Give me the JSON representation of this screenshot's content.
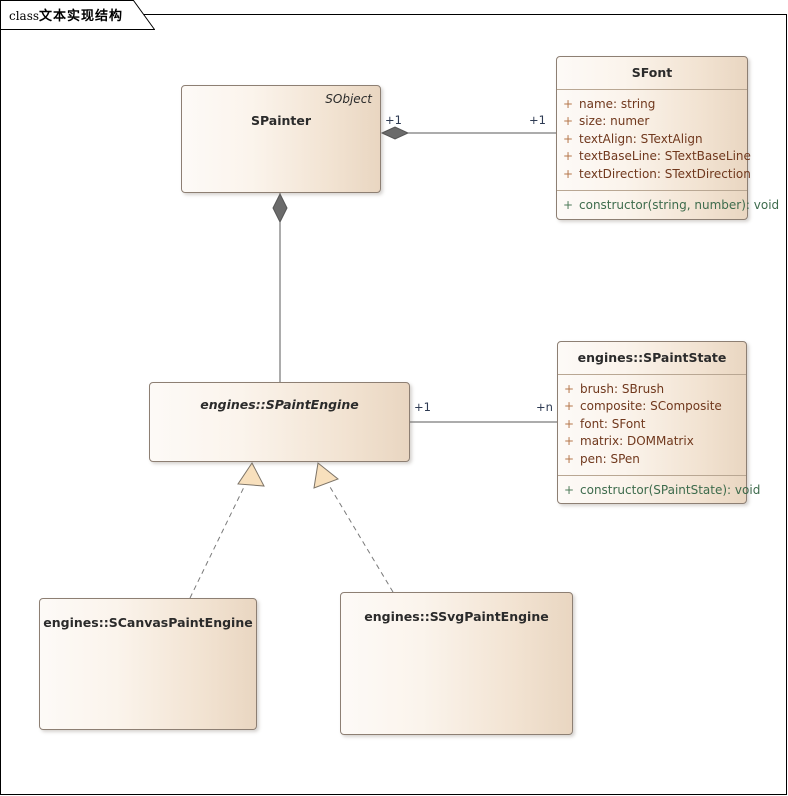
{
  "diagram": {
    "title_keyword": "class",
    "title_name": "文本实现结构",
    "frame_color": "#000000",
    "box_fill_left": "#fdfaf7",
    "box_fill_right": "#e9d6c1",
    "box_border": "#8d7f73",
    "attribute_color": "#70381d",
    "method_color": "#3d6b4c",
    "multiplicity_color": "#2d3a52"
  },
  "classes": [
    {
      "id": "spainter",
      "name": "SPainter",
      "stereotype": "SObject",
      "abstract": false,
      "has_compartments": false,
      "attributes": [],
      "methods": []
    },
    {
      "id": "sfont",
      "name": "SFont",
      "stereotype": "",
      "abstract": false,
      "has_compartments": true,
      "attributes": [
        {
          "visibility": "+",
          "text": "name: string"
        },
        {
          "visibility": "+",
          "text": "size: numer"
        },
        {
          "visibility": "+",
          "text": "textAlign: STextAlign"
        },
        {
          "visibility": "+",
          "text": "textBaseLine: STextBaseLine"
        },
        {
          "visibility": "+",
          "text": "textDirection: STextDirection"
        }
      ],
      "methods": [
        {
          "visibility": "+",
          "text": "constructor(string, number): void"
        }
      ]
    },
    {
      "id": "spaintengine",
      "name": "engines::SPaintEngine",
      "stereotype": "",
      "abstract": true,
      "has_compartments": false,
      "attributes": [],
      "methods": []
    },
    {
      "id": "spaintstate",
      "name": "engines::SPaintState",
      "stereotype": "",
      "abstract": false,
      "has_compartments": true,
      "attributes": [
        {
          "visibility": "+",
          "text": "brush: SBrush"
        },
        {
          "visibility": "+",
          "text": "composite: SComposite"
        },
        {
          "visibility": "+",
          "text": "font: SFont"
        },
        {
          "visibility": "+",
          "text": "matrix: DOMMatrix"
        },
        {
          "visibility": "+",
          "text": "pen: SPen"
        }
      ],
      "methods": [
        {
          "visibility": "+",
          "text": "constructor(SPaintState): void"
        }
      ]
    },
    {
      "id": "scanvaspaintengine",
      "name": "engines::SCanvasPaintEngine",
      "stereotype": "",
      "abstract": false,
      "has_compartments": false,
      "attributes": [],
      "methods": []
    },
    {
      "id": "ssvgpaintengine",
      "name": "engines::SSvgPaintEngine",
      "stereotype": "",
      "abstract": false,
      "has_compartments": false,
      "attributes": [],
      "methods": []
    }
  ],
  "relationships": [
    {
      "id": "painter-font",
      "type": "composition",
      "from": "SPainter",
      "to": "SFont",
      "source_multiplicity": "+1",
      "target_multiplicity": "+1"
    },
    {
      "id": "painter-engine",
      "type": "composition",
      "from": "SPainter",
      "to": "engines::SPaintEngine",
      "source_multiplicity": "",
      "target_multiplicity": ""
    },
    {
      "id": "engine-state",
      "type": "association",
      "from": "engines::SPaintEngine",
      "to": "engines::SPaintState",
      "source_multiplicity": "+1",
      "target_multiplicity": "+n"
    },
    {
      "id": "canvas-realizes-engine",
      "type": "realization",
      "from": "engines::SCanvasPaintEngine",
      "to": "engines::SPaintEngine",
      "source_multiplicity": "",
      "target_multiplicity": ""
    },
    {
      "id": "svg-realizes-engine",
      "type": "realization",
      "from": "engines::SSvgPaintEngine",
      "to": "engines::SPaintEngine",
      "source_multiplicity": "",
      "target_multiplicity": ""
    }
  ]
}
